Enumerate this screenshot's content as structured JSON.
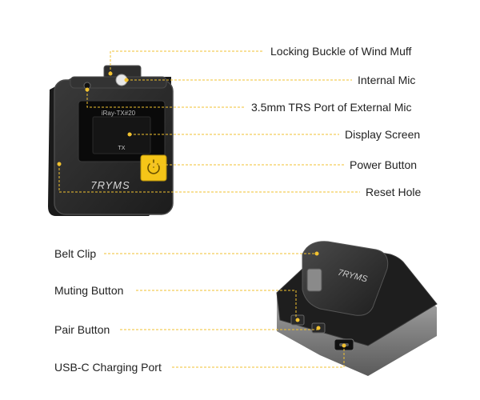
{
  "colors": {
    "leader_line": "#f2c230",
    "dot": "#f2c230",
    "device_body": "#2a2a2a",
    "device_edge": "#4a4a4a",
    "screen": "#111111",
    "power_button": "#f5c518",
    "silver_band": "#9a9a9a"
  },
  "device_front": {
    "brand_logo": "7RYMS",
    "screen_top_text": "iRay-TX#20",
    "screen_bottom_text": "TX",
    "power_icon": "power-icon"
  },
  "device_back": {
    "brand_logo": "7RYMS"
  },
  "callouts_top": [
    {
      "label": "Locking Buckle of Wind Muff"
    },
    {
      "label": "Internal Mic"
    },
    {
      "label": "3.5mm TRS Port of External Mic"
    },
    {
      "label": "Display Screen"
    },
    {
      "label": "Power Button"
    },
    {
      "label": "Reset Hole"
    }
  ],
  "callouts_bottom": [
    {
      "label": "Belt Clip"
    },
    {
      "label": "Muting Button"
    },
    {
      "label": "Pair Button"
    },
    {
      "label": "USB-C Charging Port"
    }
  ]
}
